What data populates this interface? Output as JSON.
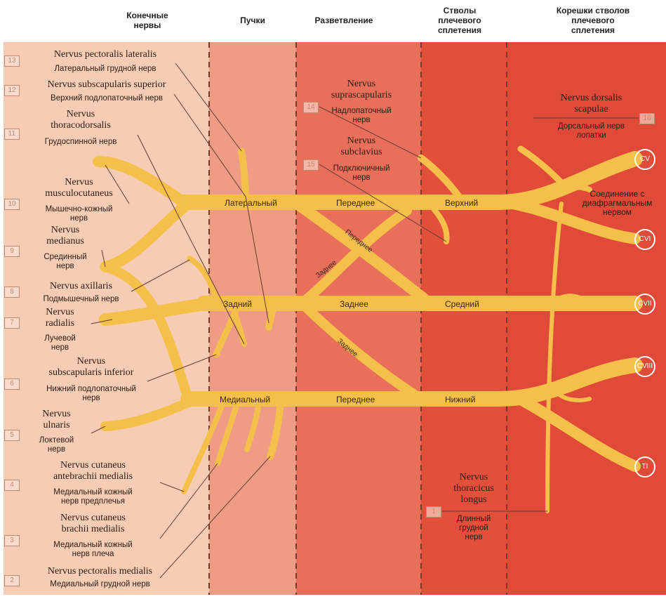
{
  "headers": {
    "terminal": "Конечные\nнервы",
    "bundles": "Пучки",
    "branching": "Разветвление",
    "trunks": "Стволы\nплечевого\nсплетения",
    "roots": "Корешки стволов\nплечевого\nсплетения"
  },
  "segments": {
    "lateral": "Латеральный",
    "posterior_cord": "Задний",
    "medial": "Медиальный",
    "anterior_top": "Переднее",
    "anterior_diag": "Переднее",
    "posterior_diag": "Заднее",
    "posterior_mid": "Заднее",
    "posterior_diag2": "Заднее",
    "anterior_bottom": "Переднее",
    "upper": "Верхний",
    "middle": "Средний",
    "lower": "Нижний"
  },
  "roots": [
    "CV",
    "CVI",
    "CVII",
    "CVIII",
    "TI"
  ],
  "nerves": {
    "n13": {
      "num": "13",
      "latin": "Nervus pectoralis lateralis",
      "ru": "Латеральный грудной нерв"
    },
    "n12": {
      "num": "12",
      "latin": "Nervus subscapularis superior",
      "ru": "Верхний подлопаточный нерв"
    },
    "n11": {
      "num": "11",
      "latin": "Nervus\nthoracodorsalis",
      "ru": "Грудоспинной нерв"
    },
    "n10": {
      "num": "10",
      "latin": "Nervus\nmusculocutaneus",
      "ru": "Мышечно-кожный\nнерв"
    },
    "n9": {
      "num": "9",
      "latin": "Nervus\nmedianus",
      "ru": "Срединный\nнерв"
    },
    "n8": {
      "num": "8",
      "latin": "Nervus axillaris",
      "ru": "Подмышечный нерв"
    },
    "n7": {
      "num": "7",
      "latin": "Nervus\nradialis",
      "ru": "Лучевой\nнерв"
    },
    "n6": {
      "num": "6",
      "latin": "Nervus\nsubscapularis inferior",
      "ru": "Нижний подлопаточный\nнерв"
    },
    "n5": {
      "num": "5",
      "latin": "Nervus\nulnaris",
      "ru": "Локтевой\nнерв"
    },
    "n4": {
      "num": "4",
      "latin": "Nervus cutaneus\nantebrachii medialis",
      "ru": "Медиальный кожный\nнерв предплечья"
    },
    "n3": {
      "num": "3",
      "latin": "Nervus cutaneus\nbrachii medialis",
      "ru": "Медиальный кожный\nнерв плеча"
    },
    "n2": {
      "num": "2",
      "latin": "Nervus pectoralis medialis",
      "ru": "Медиальный грудной нерв"
    },
    "n14": {
      "num": "14",
      "latin": "Nervus\nsuprascapularis",
      "ru": "Надлопаточный\nнерв"
    },
    "n15": {
      "num": "15",
      "latin": "Nervus\nsubclavius",
      "ru": "Подключичный\nнерв"
    },
    "n16": {
      "num": "16",
      "latin": "Nervus dorsalis\nscapulae",
      "ru": "Дорсальный нерв\nлопатки"
    },
    "n1": {
      "num": "1",
      "latin": "Nervus\nthoracicus\nlongus",
      "ru": "Длинный\nгрудной\nнерв"
    }
  },
  "phrenic": "Соединение с\nдиафрагмальным\nнервом",
  "colors": {
    "zone1": "#f6cdb4",
    "zone2": "#ef9c86",
    "zone3": "#e8705a",
    "zone4": "#e2503c",
    "zone5": "#e2503c",
    "nerve": "#f5c04a",
    "nerve_edge": "#d99a24"
  }
}
